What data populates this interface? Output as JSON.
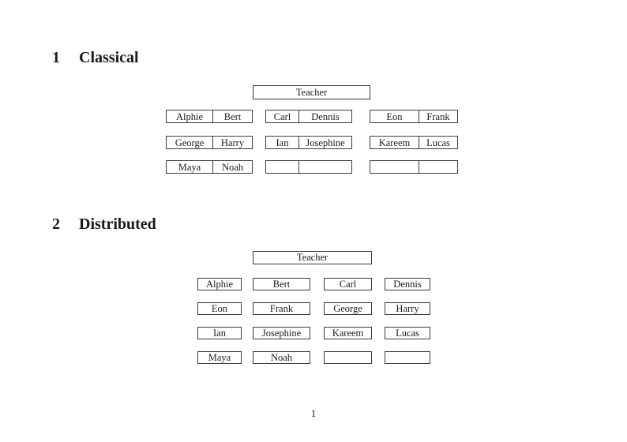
{
  "page": {
    "number": "1"
  },
  "sections": [
    {
      "number": "1",
      "title": "Classical",
      "teacher_label": "Teacher",
      "rows": [
        [
          [
            "Alphie",
            "Bert"
          ],
          [
            "Carl",
            "Dennis"
          ],
          [
            "Eon",
            "Frank"
          ]
        ],
        [
          [
            "George",
            "Harry"
          ],
          [
            "Ian",
            "Josephine"
          ],
          [
            "Kareem",
            "Lucas"
          ]
        ],
        [
          [
            "Maya",
            "Noah"
          ],
          [
            "",
            ""
          ],
          [
            "",
            ""
          ]
        ]
      ]
    },
    {
      "number": "2",
      "title": "Distributed",
      "teacher_label": "Teacher",
      "rows": [
        [
          "Alphie",
          "Bert",
          "Carl",
          "Dennis"
        ],
        [
          "Eon",
          "Frank",
          "George",
          "Harry"
        ],
        [
          "Ian",
          "Josephine",
          "Kareem",
          "Lucas"
        ],
        [
          "Maya",
          "Noah",
          "",
          ""
        ]
      ]
    }
  ]
}
